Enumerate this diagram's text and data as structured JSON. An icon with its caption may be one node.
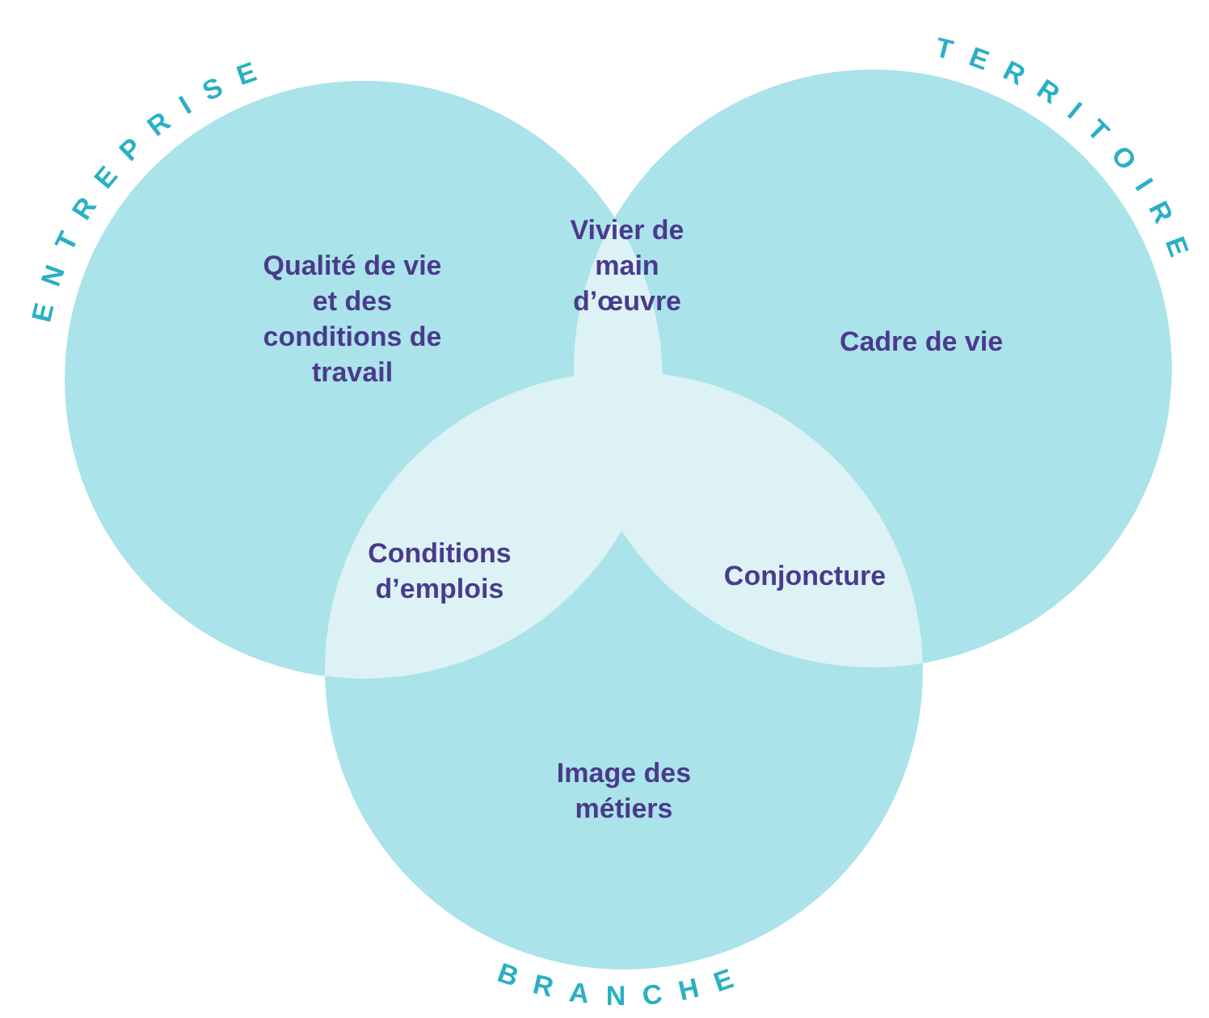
{
  "diagram": {
    "nodes": [
      {
        "text": [
          "ENTREPRISE",
          "Qualité de vie et des conditions de travail"
        ]
      },
      {
        "text": [
          "TERRITOIRE",
          "Cadre de vie"
        ]
      },
      {
        "text": [
          "Image des métiers",
          "BRANCHE"
        ]
      },
      {
        "text": [
          "Vivier de main d’œuvre"
        ]
      },
      {
        "text": [
          "Conditions d’emplois"
        ]
      },
      {
        "text": [
          "Conjoncture"
        ]
      }
    ]
  }
}
